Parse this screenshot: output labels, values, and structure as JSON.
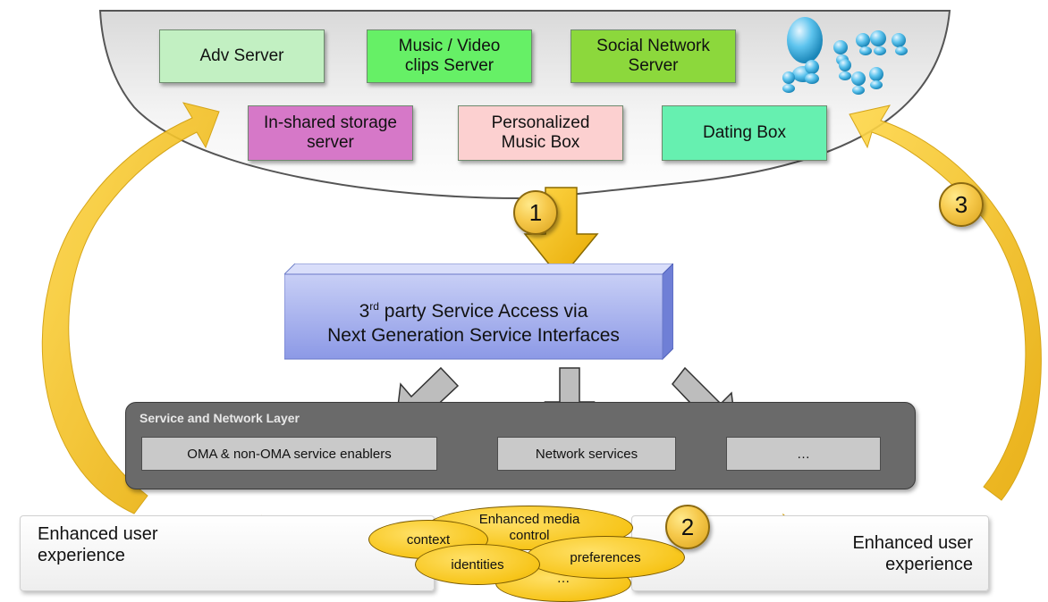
{
  "servers": [
    {
      "label": "Adv Server",
      "color": "#c2f0c2"
    },
    {
      "label": "Music / Video clips Server",
      "color": "#66f066"
    },
    {
      "label": "Social Network Server",
      "color": "#8cd83c"
    },
    {
      "label": "In-shared storage server",
      "color": "#d678c8"
    },
    {
      "label": "Personalized Music Box",
      "color": "#fcd0d0"
    },
    {
      "label": "Dating Box",
      "color": "#66f0b0"
    }
  ],
  "steps": [
    "1",
    "2",
    "3"
  ],
  "access": {
    "line1_prefix": "3",
    "line1_sup": "rd",
    "line1_suffix": " party Service Access via",
    "line2": "Next Generation Service Interfaces"
  },
  "layer": {
    "title": "Service and Network Layer",
    "items": [
      "OMA & non-OMA service enablers",
      "Network services",
      "…"
    ]
  },
  "user_experience": {
    "left_line1": "Enhanced user",
    "left_line2": "experience",
    "right_line1": "Enhanced user",
    "right_line2": "experience"
  },
  "context_items": [
    "Enhanced media control",
    "context",
    "identities",
    "preferences",
    "…"
  ],
  "colors": {
    "arrow_gold": "#f2b705",
    "access_box": "#a9b6f0",
    "layer_bg": "#6a6a6a"
  },
  "icons": [
    "people-community-icon"
  ]
}
